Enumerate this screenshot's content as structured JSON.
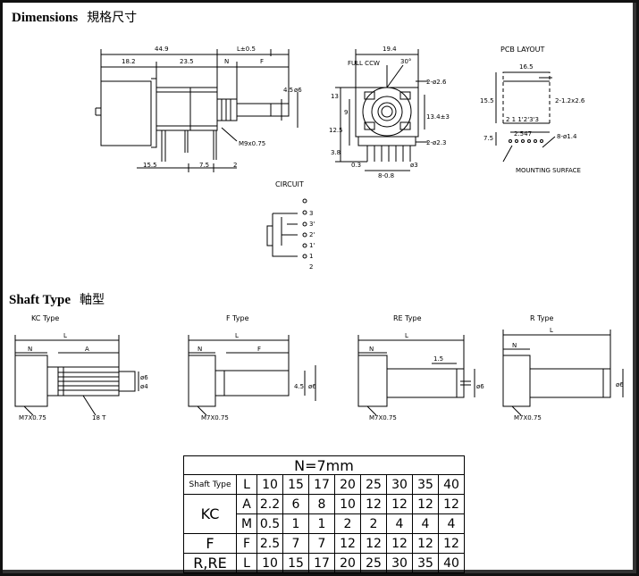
{
  "dimensions_heading": {
    "title": "Dimensions",
    "cjk": "規格尺寸"
  },
  "shaft_heading": {
    "title": "Shaft Type",
    "cjk": "軸型"
  },
  "side_view": {
    "d_total": "44.9",
    "d_body": "18.2",
    "d_mid": "23.5",
    "d_l": "L±0.5",
    "d_n": "N",
    "d_f": "F",
    "d_45": "4.5",
    "d_6": "ø6",
    "d_155": "15.5",
    "d_75": "7.5",
    "d_2": "2",
    "thread": "M9x0.75"
  },
  "front_view": {
    "d_width": "19.4",
    "full_ccw": "FULL CCW",
    "angle": "30°",
    "hole_top": "2-ø2.6",
    "hole_bot": "2-ø2.3",
    "d_13": "13",
    "d_125": "12.5",
    "d_9": "9",
    "d_38": "3.8",
    "d_03": "0.3",
    "d_134": "13.4±3",
    "d_3": "ø3",
    "pins": "8-0.8"
  },
  "pcb_layout": {
    "title": "PCB LAYOUT",
    "d_width": "16.5",
    "d_height": "15.5",
    "d_2x12": "2-1.2x2.6",
    "pins_label": "2 1 1'2'3'3",
    "d_2547": "2.547",
    "d_75": "7.5",
    "holes": "8-ø1.4",
    "mounting": "MOUNTING SURFACE"
  },
  "circuit": {
    "title": "CIRCUIT",
    "labels": [
      "3",
      "3'",
      "2'",
      "1'",
      "1",
      "2"
    ]
  },
  "shaft_types": [
    {
      "title": "KC Type",
      "n": "N",
      "l": "L",
      "a": "A",
      "thread": "M7X0.75",
      "teeth": "18 T",
      "d1": "ø6",
      "d2": "ø4"
    },
    {
      "title": "F Type",
      "n": "N",
      "l": "L",
      "f": "F",
      "thread": "M7X0.75",
      "d1": "4.5",
      "d2": "ø6"
    },
    {
      "title": "RE Type",
      "n": "N",
      "l": "L",
      "slot": "1.5",
      "thread": "M7X0.75",
      "d1": "ø6"
    },
    {
      "title": "R Type",
      "n": "N",
      "l": "L",
      "thread": "M7X0.75",
      "d1": "ø6"
    }
  ],
  "spec_table": {
    "title": "N=7mm",
    "shaft_type_label": "Shaft Type",
    "rows": [
      {
        "group": "",
        "key": "L",
        "values": [
          "10",
          "15",
          "17",
          "20",
          "25",
          "30",
          "35",
          "40"
        ]
      },
      {
        "group": "KC",
        "key": "A",
        "values": [
          "2.2",
          "6",
          "8",
          "10",
          "12",
          "12",
          "12",
          "12"
        ]
      },
      {
        "group": "KC",
        "key": "M",
        "values": [
          "0.5",
          "1",
          "1",
          "2",
          "2",
          "4",
          "4",
          "4"
        ]
      },
      {
        "group": "F",
        "key": "F",
        "values": [
          "2.5",
          "7",
          "7",
          "12",
          "12",
          "12",
          "12",
          "12"
        ]
      },
      {
        "group": "R,RE",
        "key": "L",
        "values": [
          "10",
          "15",
          "17",
          "20",
          "25",
          "30",
          "35",
          "40"
        ]
      }
    ]
  }
}
